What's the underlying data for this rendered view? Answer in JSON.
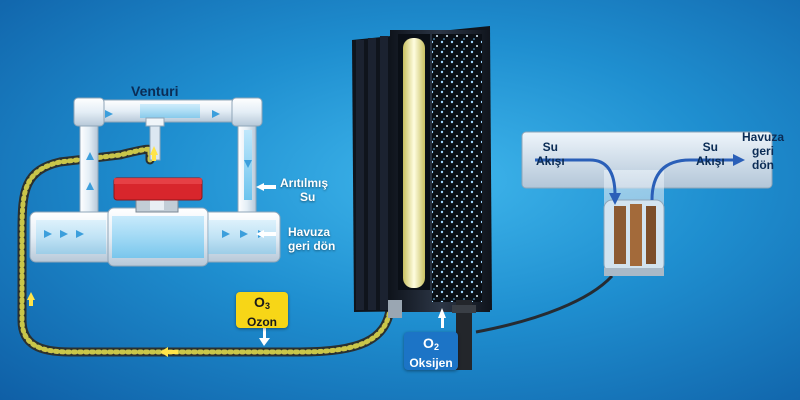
{
  "labels": {
    "venturi": "Venturi",
    "aritilmis_line1": "Arıtılmış",
    "aritilmis_line2": "Su",
    "havuza_left_line1": "Havuza",
    "havuza_left_line2": "geri dön",
    "su_left_line1": "Su",
    "su_left_line2": "Akışı",
    "su_right_line1": "Su",
    "su_right_line2": "Akışı",
    "havuza_right_line1": "Havuza",
    "havuza_right_line2": "geri",
    "havuza_right_line3": "dön"
  },
  "ozone_badge": {
    "formula_base": "O",
    "formula_sub": "3",
    "name": "Ozon",
    "color": "#f7d617"
  },
  "oxygen_badge": {
    "formula_base": "O",
    "formula_sub": "2",
    "name": "Oksijen",
    "color": "#1c74c6"
  },
  "colors": {
    "background": "#1f8fd0",
    "valve_handle": "#d8262c",
    "ozone_tube": "#c9c64a",
    "generator_body": "#1d2430"
  }
}
